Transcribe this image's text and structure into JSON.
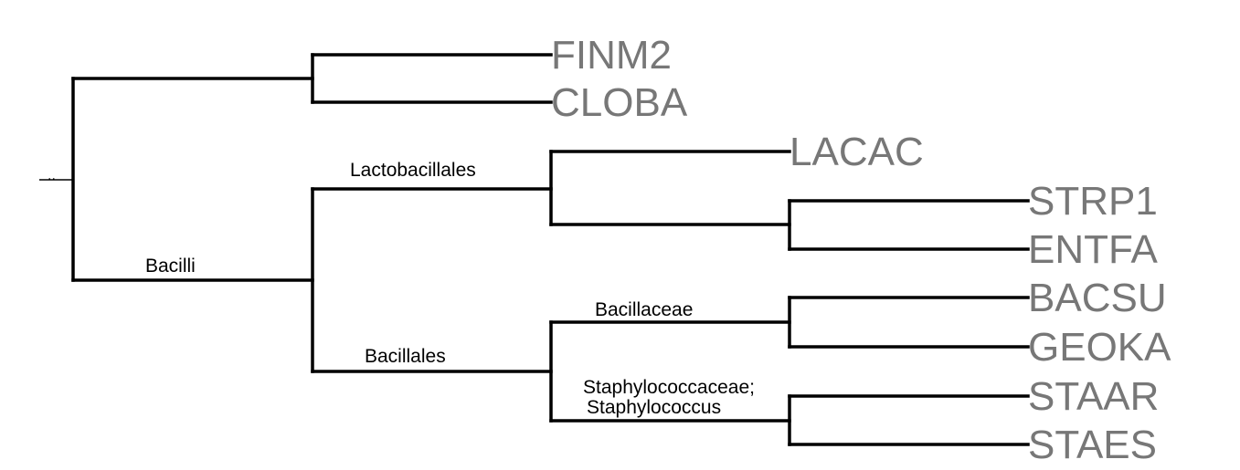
{
  "tree": {
    "root_marker": "..",
    "leaves": [
      "FINM2",
      "CLOBA",
      "LACAC",
      "STRP1",
      "ENTFA",
      "BACSU",
      "GEOKA",
      "STAAR",
      "STAES"
    ],
    "clades": {
      "bacilli": "Bacilli",
      "lactobacillales": "Lactobacillales",
      "bacillales": "Bacillales",
      "bacillaceae": "Bacillaceae",
      "staph_line1": "Staphylococcaceae;",
      "staph_line2": "Staphylococcus"
    }
  },
  "colors": {
    "branch": "#000000",
    "leaf_label": "#777777",
    "clade_label": "#000000"
  }
}
